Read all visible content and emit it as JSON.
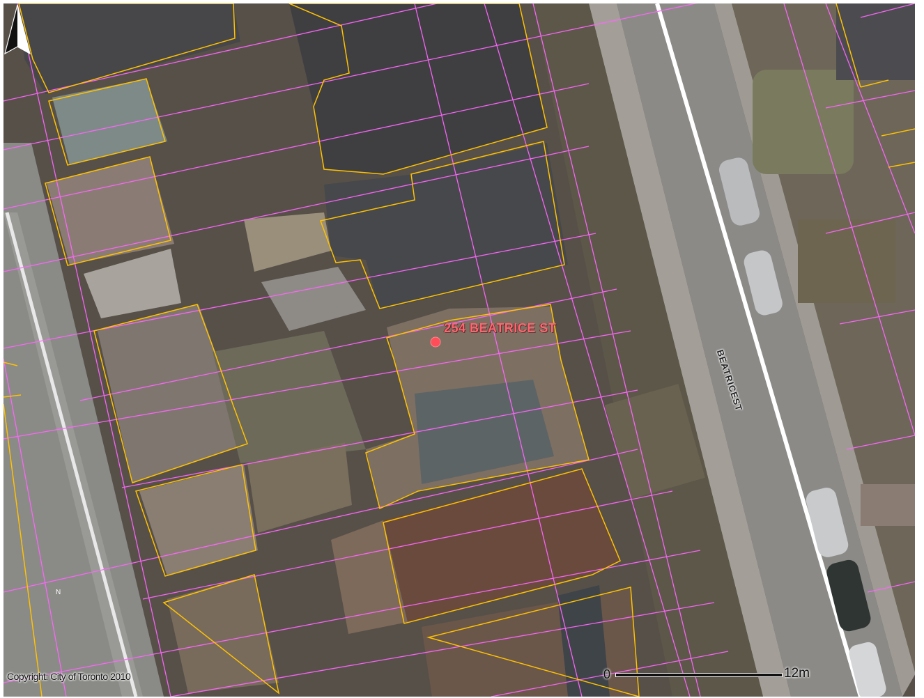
{
  "map": {
    "address_label": "254 BEATRICE ST",
    "street_label": "BEATRICEST",
    "copyright": "Copyright: City of Toronto 2010",
    "scale_start": "0",
    "scale_end": "12m",
    "north_symbol": "north-arrow-icon",
    "north_letter": "N",
    "colors": {
      "parcel_lines": "#ff66ff",
      "building_outlines": "#ffc200",
      "address_marker": "#ff4d5a"
    }
  }
}
